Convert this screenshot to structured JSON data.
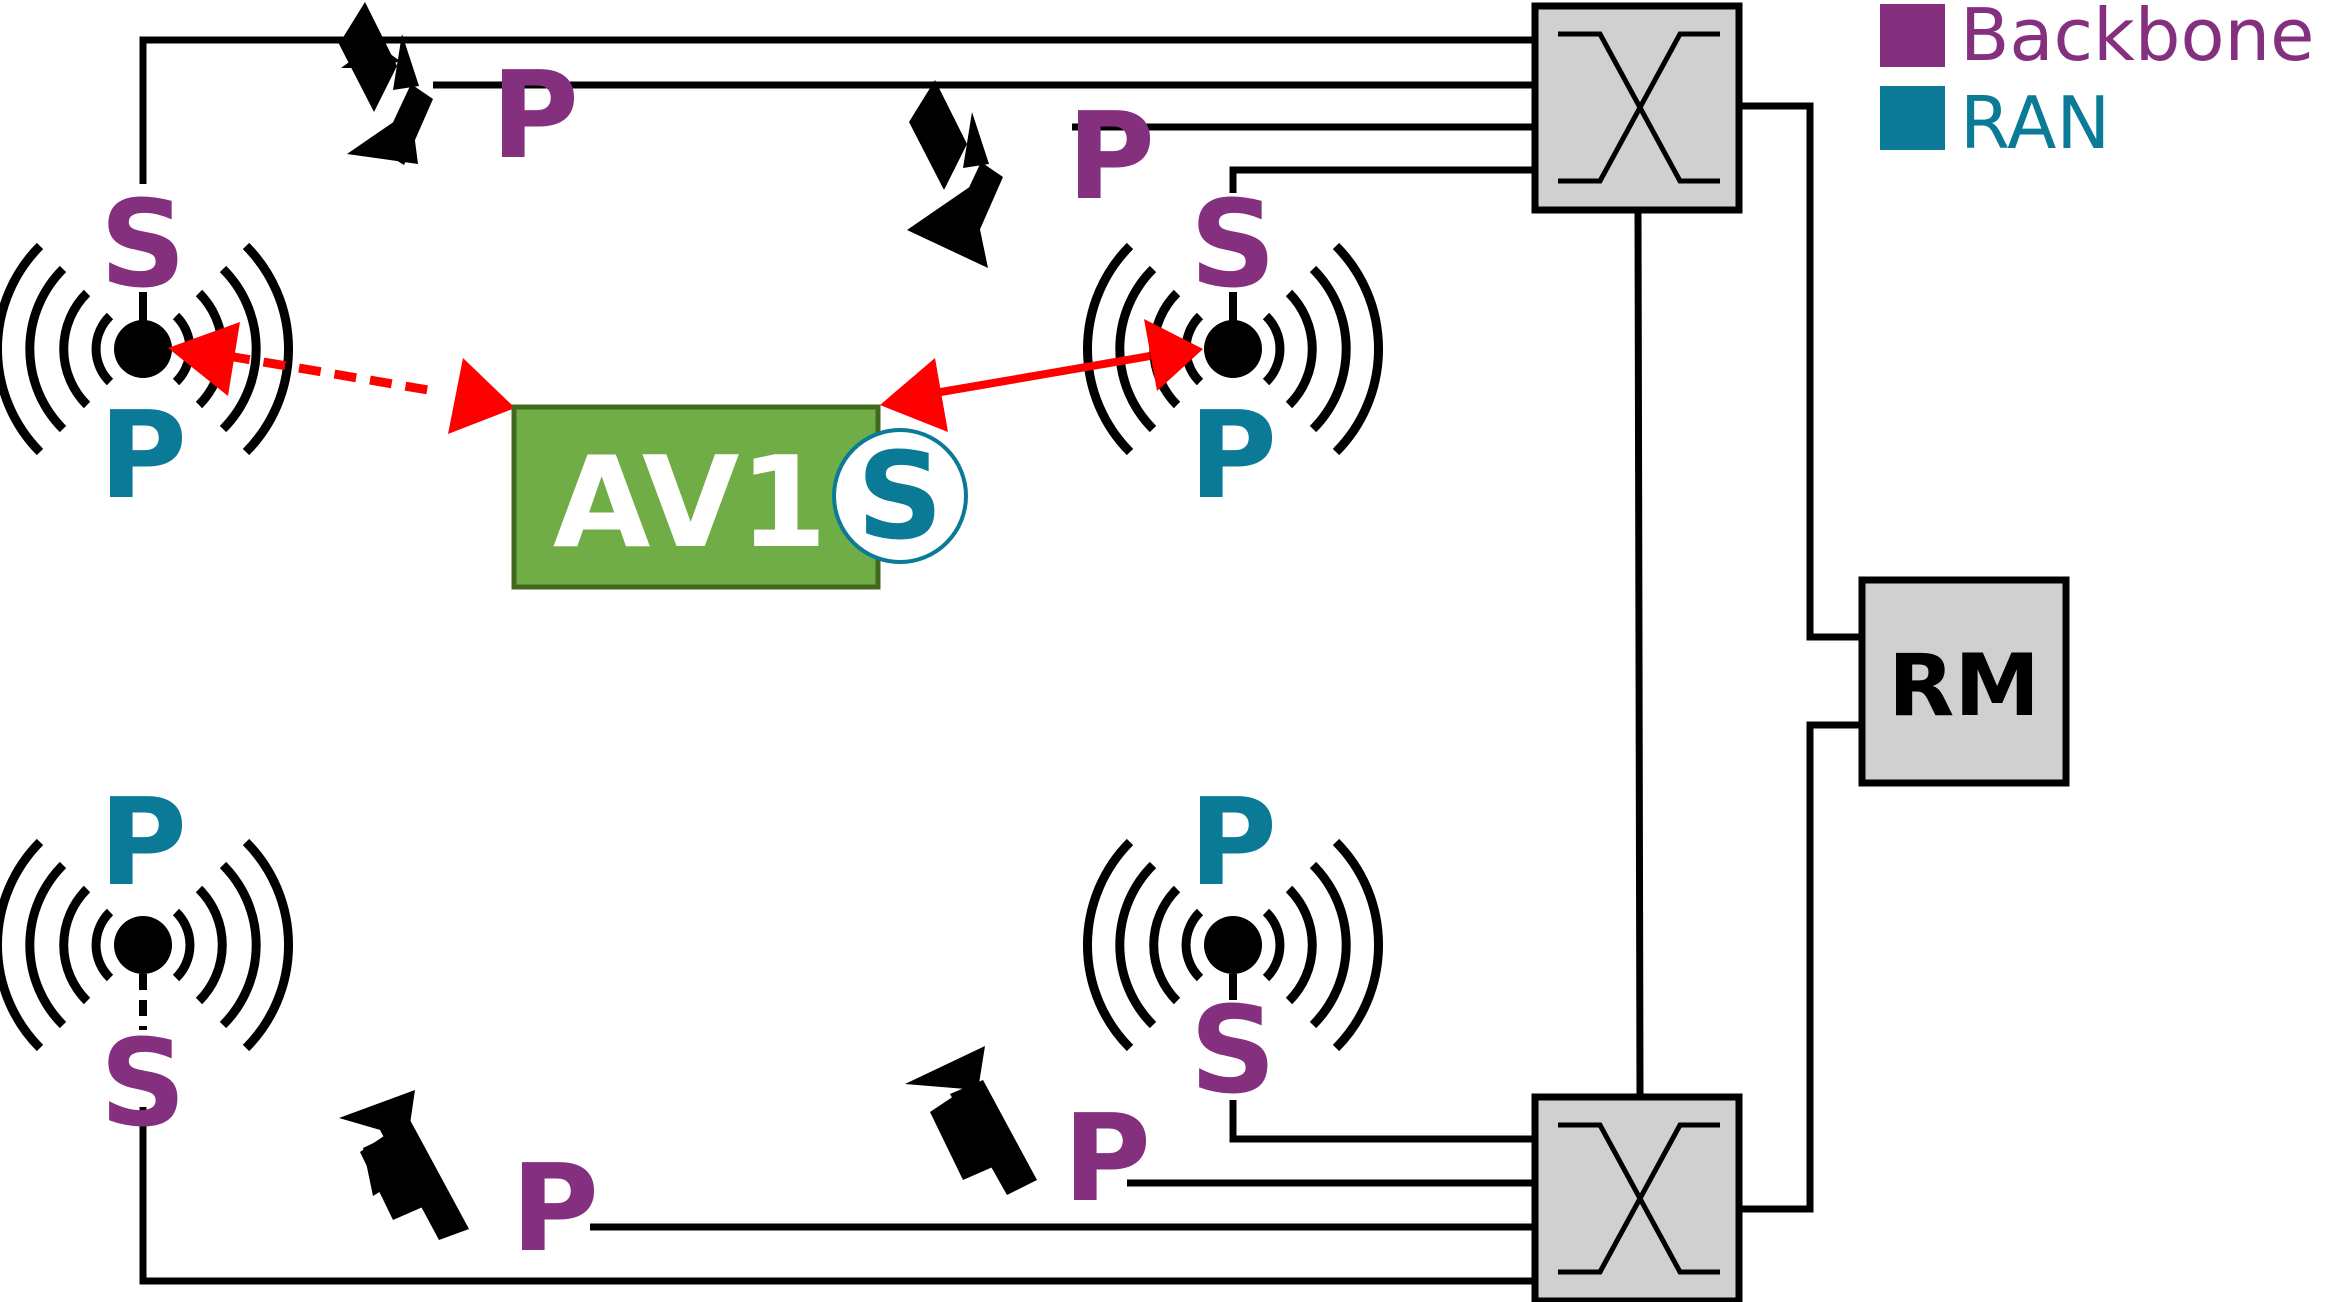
{
  "colors": {
    "backbone": "#85307f",
    "ran": "#0a7a96",
    "link": "#ff0000",
    "vehicle_fill": "#70ad47",
    "vehicle_border": "#41691e",
    "box_fill": "#d0d0d0",
    "wire": "#000000"
  },
  "legend": {
    "backbone": "Backbone",
    "ran": "RAN"
  },
  "vehicle": {
    "label": "AV1",
    "badge": "S"
  },
  "manager": {
    "label": "RM"
  },
  "stations": {
    "top_left": {
      "backbone": "S",
      "ran": "P"
    },
    "top_right": {
      "backbone": "S",
      "ran": "P"
    },
    "bottom_left": {
      "ran": "P",
      "backbone": "S"
    },
    "bottom_right": {
      "ran": "P",
      "backbone": "S"
    }
  },
  "link_labels": {
    "top_left": "P",
    "top_right": "P",
    "bottom_left": "P",
    "bottom_right": "P"
  },
  "icons": {
    "station": "radio-tower-icon",
    "link_break": "broken-link-icon",
    "switch": "crossbar-switch-icon"
  }
}
